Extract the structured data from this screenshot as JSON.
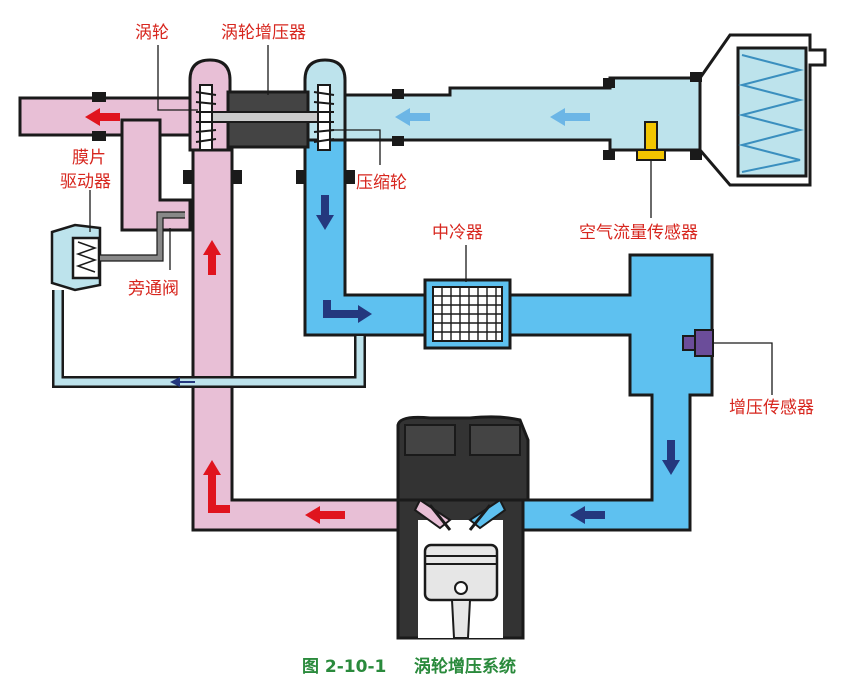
{
  "labels": {
    "turbine": "涡轮",
    "turbocharger": "涡轮增压器",
    "diaphragm_line1": "膜片",
    "diaphragm_line2": "驱动器",
    "compressor": "压缩轮",
    "bypass_valve": "旁通阀",
    "intercooler": "中冷器",
    "air_flow_sensor": "空气流量传感器",
    "boost_sensor": "增压传感器"
  },
  "caption": {
    "number": "图 2-10-1",
    "title": "涡轮增压系统"
  },
  "colors": {
    "exhaust": "#e8bfd6",
    "intake_hot": "#bde3ec",
    "intake_cool": "#5ec1f0",
    "outline": "#1a1a1a",
    "label_red": "#d7261e",
    "caption_green": "#2a8a3c",
    "arrow_red": "#e0141e",
    "arrow_light_blue": "#6cb6e6",
    "arrow_dark_blue": "#24387e"
  }
}
